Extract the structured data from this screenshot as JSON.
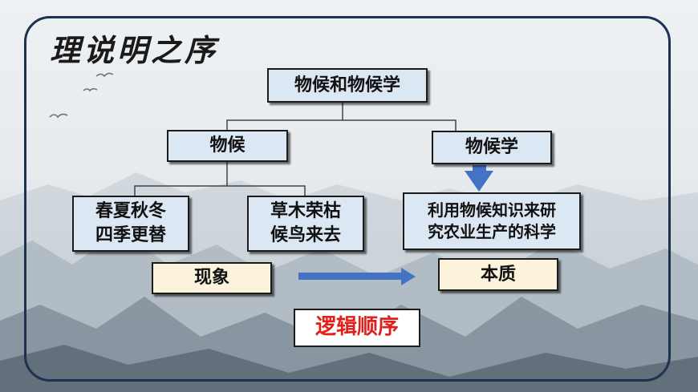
{
  "title": "理说明之序",
  "root": {
    "label": "物候和物候学"
  },
  "level1": [
    {
      "label": "物候"
    },
    {
      "label": "物候学"
    }
  ],
  "phenomena": [
    {
      "line1": "春夏秋冬",
      "line2": "四季更替"
    },
    {
      "line1": "草木荣枯",
      "line2": "候鸟来去"
    }
  ],
  "science": {
    "line1": "利用物候知识来研",
    "line2": "究农业生产的科学"
  },
  "tags": {
    "phenomenon": "现象",
    "essence": "本质"
  },
  "order_label": "逻辑顺序",
  "colors": {
    "frame": "#1f3150",
    "box_blue": "#dbe7f3",
    "box_cream": "#fbf3dc",
    "arrow_blue": "#4472c4",
    "order_text": "#e0201a"
  }
}
